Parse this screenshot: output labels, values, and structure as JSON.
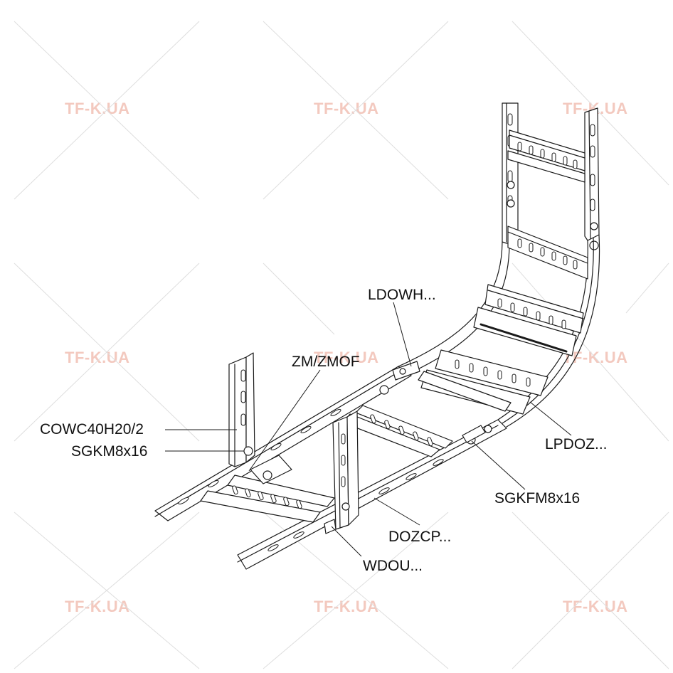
{
  "watermark": {
    "text": "TF-K.UA",
    "color": "#f3c9bf"
  },
  "labels": {
    "ldowh": "LDOWH...",
    "zm_zmof": "ZM/ZMOF",
    "cowc": "COWC40H20/2",
    "sgkm": "SGKM8x16",
    "lpdoz": "LPDOZ...",
    "sgkfm": "SGKFM8x16",
    "dozcp": "DOZCP...",
    "wdou": "WDOU..."
  }
}
